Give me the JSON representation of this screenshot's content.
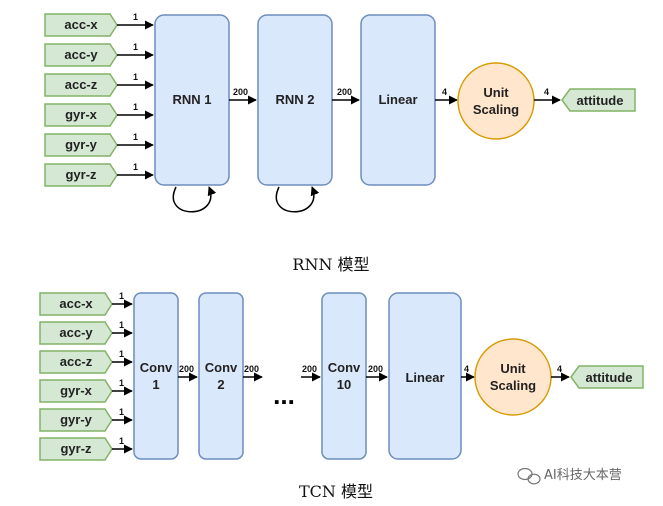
{
  "rnn_model": {
    "caption": "RNN 模型",
    "inputs": [
      "acc-x",
      "acc-y",
      "acc-z",
      "gyr-x",
      "gyr-y",
      "gyr-z"
    ],
    "input_dim": "1",
    "blocks": [
      "RNN 1",
      "RNN 2",
      "Linear"
    ],
    "edge_labels": [
      "200",
      "200",
      "4",
      "4"
    ],
    "unit_scaling": [
      "Unit",
      "Scaling"
    ],
    "output": "attitude"
  },
  "tcn_model": {
    "caption": "TCN 模型",
    "inputs": [
      "acc-x",
      "acc-y",
      "acc-z",
      "gyr-x",
      "gyr-y",
      "gyr-z"
    ],
    "input_dim": "1",
    "conv1": [
      "Conv",
      "1"
    ],
    "conv2": [
      "Conv",
      "2"
    ],
    "conv10": [
      "Conv",
      "10"
    ],
    "ellipsis": "...",
    "linear": "Linear",
    "edge_labels": [
      "200",
      "200",
      "200",
      "200",
      "4",
      "4"
    ],
    "unit_scaling": [
      "Unit",
      "Scaling"
    ],
    "output": "attitude"
  },
  "watermark": "AI科技大本营",
  "colors": {
    "block_fill": "#dae8fc",
    "block_stroke": "#6c8ebf",
    "input_fill": "#d5e8d4",
    "input_stroke": "#82b366",
    "scaling_fill": "#ffe6cc",
    "scaling_stroke": "#d79b00"
  }
}
